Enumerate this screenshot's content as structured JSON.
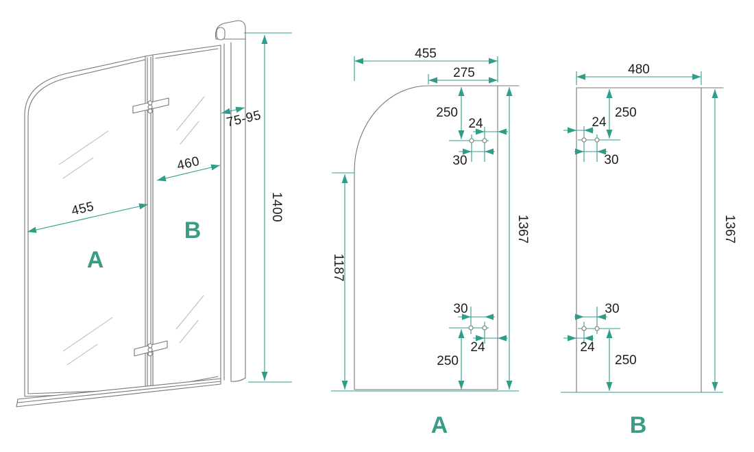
{
  "colors": {
    "dimension_teal": "#2f9d89",
    "panel_label_teal": "#3a9c84",
    "drawing_gray": "#767676",
    "text_dark": "#1c1c1c",
    "background": "#ffffff"
  },
  "overview": {
    "panel_a_label": "A",
    "panel_b_label": "B",
    "panel_a_width": "455",
    "panel_b_width": "460",
    "wall_profile_adjust": "75-95",
    "total_height": "1400"
  },
  "panel_a": {
    "label": "A",
    "width": "455",
    "top_straight_width": "275",
    "hole_top_offset": "250",
    "hole_edge_offset_top": "24",
    "hole_spacing_top": "30",
    "hole_spacing_bottom": "30",
    "hole_edge_offset_bottom": "24",
    "hole_bottom_offset": "250",
    "straight_edge_height": "1187",
    "full_height": "1367"
  },
  "panel_b": {
    "label": "B",
    "width": "480",
    "hole_top_offset": "250",
    "hole_edge_offset_top": "24",
    "hole_spacing_top": "30",
    "hole_spacing_bottom": "30",
    "hole_edge_offset_bottom": "24",
    "hole_bottom_offset": "250",
    "full_height": "1367"
  }
}
